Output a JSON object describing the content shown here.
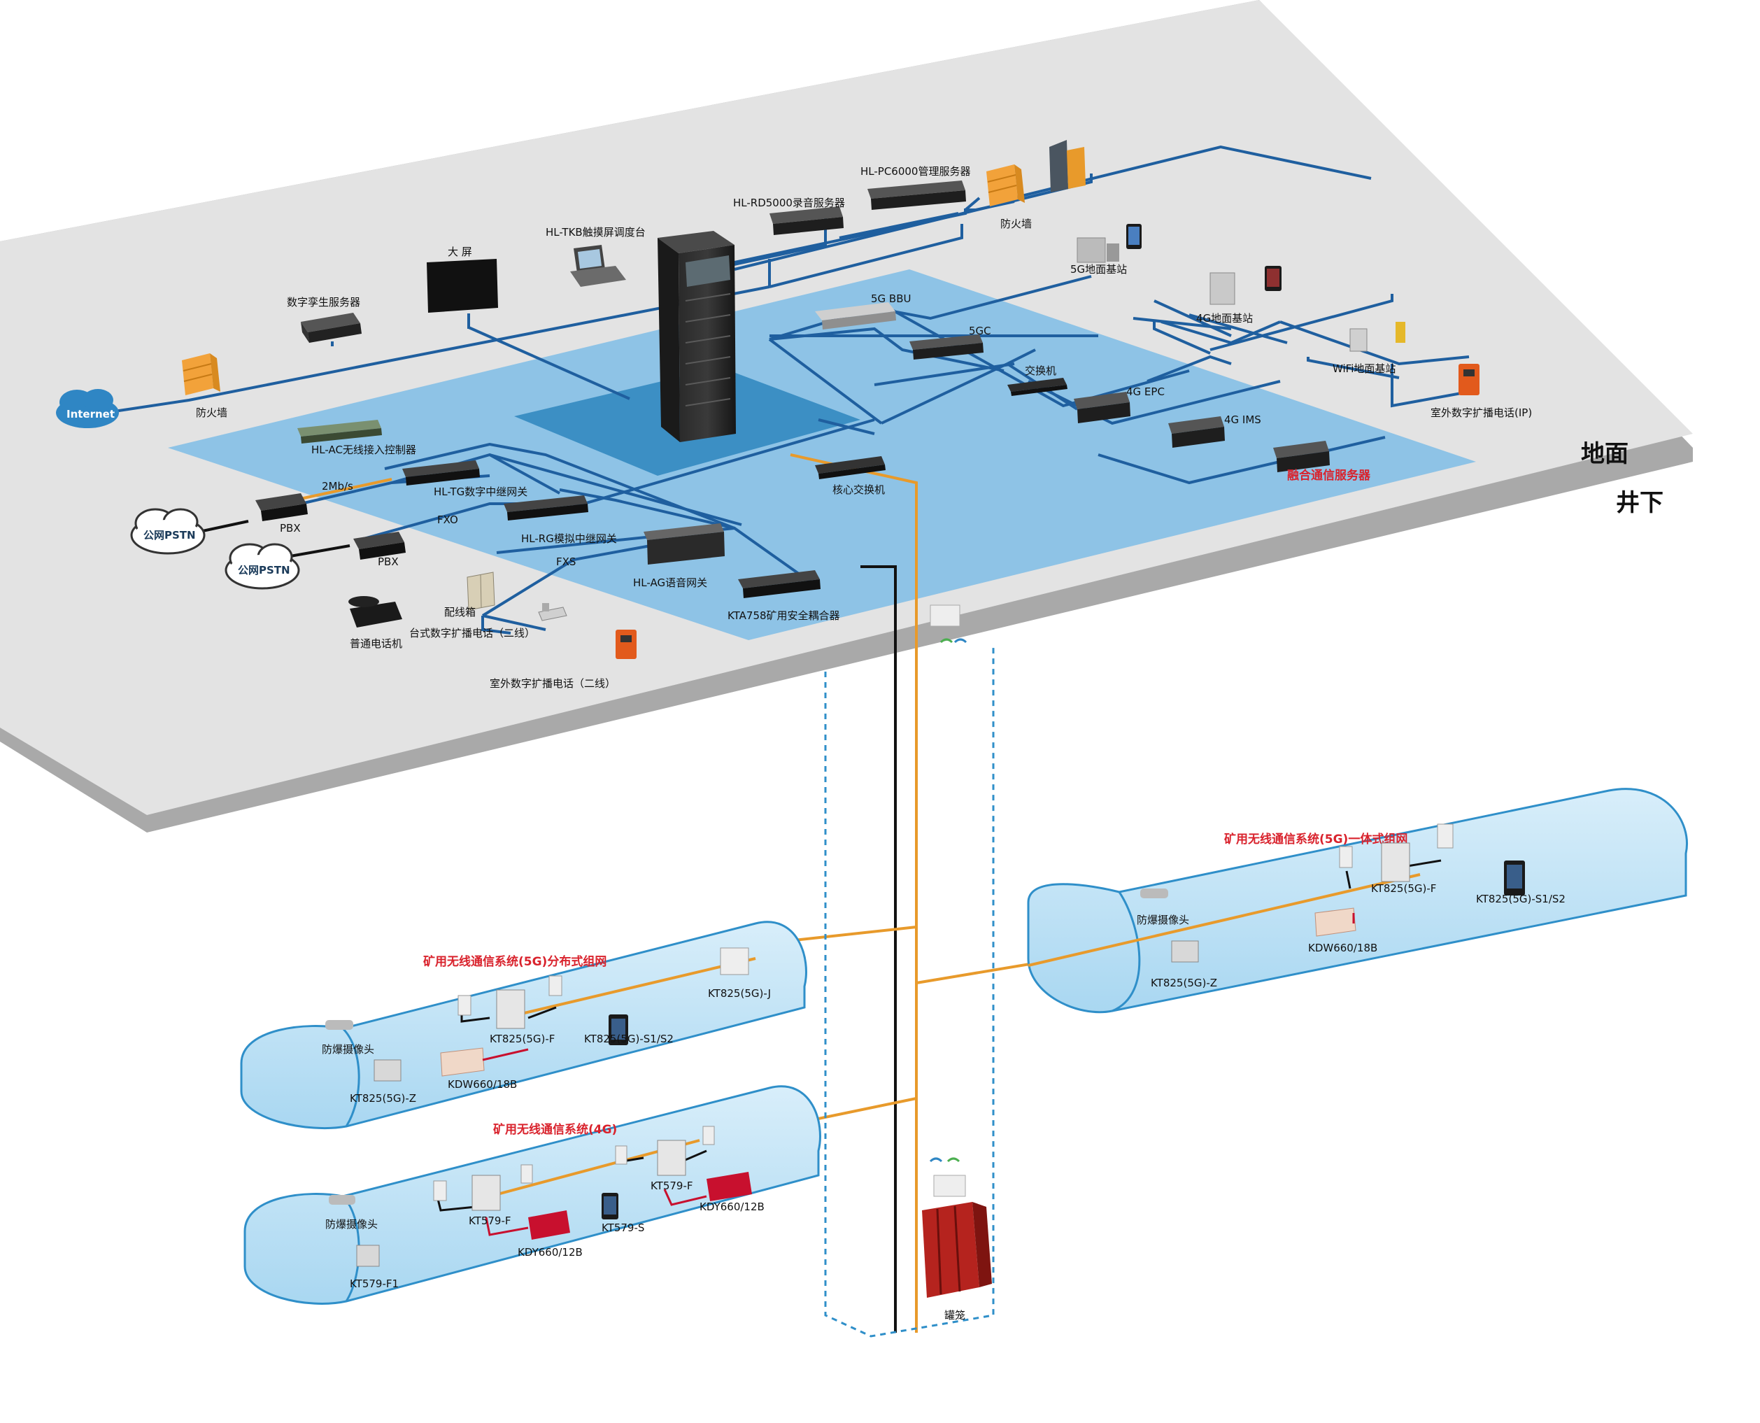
{
  "zones": {
    "ground": "地面",
    "underground": "井下"
  },
  "colors": {
    "blue_line": "#1f5f9f",
    "orange_line": "#e89a2b",
    "black_line": "#111111",
    "red_line": "#c8102e",
    "accent_red": "#d9232d",
    "platform": "#e3e3e3",
    "region": "#8ec3e6",
    "region_dark": "#3c8fc4"
  },
  "ground": {
    "internet": "Internet",
    "firewall_left": "防火墙",
    "twin_server": "数字孪生服务器",
    "big_screen": "大 屏",
    "touch_console": "HL-TKB触摸屏调度台",
    "rd5000": "HL-RD5000录音服务器",
    "pc6000": "HL-PC6000管理服务器",
    "firewall_right": "防火墙",
    "bs5g": "5G地面基站",
    "bbu5g": "5G BBU",
    "gc5g": "5GC",
    "switch": "交换机",
    "bs4g": "4G地面基站",
    "wifi_bs": "WiFi地面基站",
    "outdoor_ip": "室外数字扩播电话(IP)",
    "epc4g": "4G EPC",
    "ims4g": "4G IMS",
    "fusion": "融合通信服务器",
    "core_switch": "核心交换机",
    "ac": "HL-AC无线接入控制器",
    "tg": "HL-TG数字中继网关",
    "rate": "2Mb/s",
    "pstn1": "公网PSTN",
    "pbx1": "PBX",
    "fxo": "FXO",
    "rg": "HL-RG模拟中继网关",
    "pstn2": "公网PSTN",
    "pbx2": "PBX",
    "fxs": "FXS",
    "ag": "HL-AG语音网关",
    "kta758": "KTA758矿用安全耦合器",
    "phone": "普通电话机",
    "dist_box": "配线箱",
    "desk_phone": "台式数字扩播电话（二线）",
    "outdoor_2wire": "室外数字扩播电话（二线）"
  },
  "tunnels": {
    "t5g_int": {
      "title": "矿用无线通信系统(5G)一体式组网",
      "camera": "防爆摄像头",
      "f": "KT825(5G)-F",
      "terminal": "KT825(5G)-S1/S2",
      "power": "KDW660/18B",
      "z": "KT825(5G)-Z"
    },
    "t5g_dist": {
      "title": "矿用无线通信系统(5G)分布式组网",
      "j": "KT825(5G)-J",
      "camera": "防爆摄像头",
      "f": "KT825(5G)-F",
      "terminal": "KT825(5G)-S1/S2",
      "power": "KDW660/18B",
      "z": "KT825(5G)-Z"
    },
    "t4g": {
      "title": "矿用无线通信系统(4G)",
      "camera": "防爆摄像头",
      "f1": "KT579-F",
      "f2": "KT579-F",
      "power1": "KDY660/12B",
      "power2": "KDY660/12B",
      "terminal": "KT579-S",
      "f1_ctrl": "KT579-F1"
    },
    "cage": "罐笼"
  }
}
